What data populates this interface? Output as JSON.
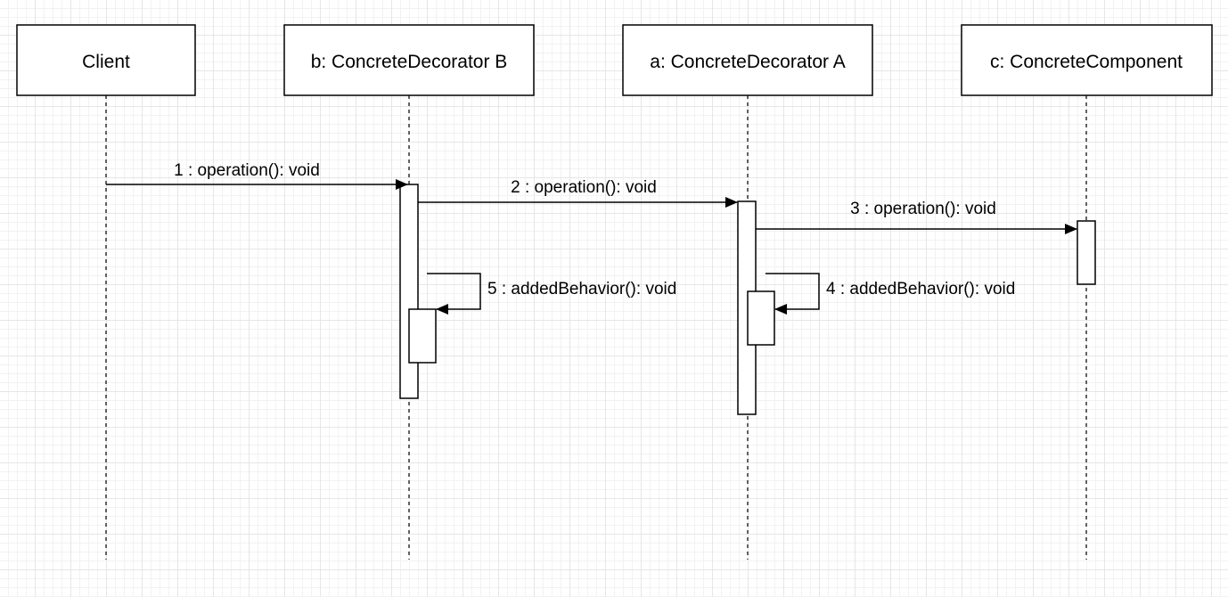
{
  "participants": [
    {
      "id": "client",
      "label": "Client"
    },
    {
      "id": "b",
      "label": "b: ConcreteDecorator B"
    },
    {
      "id": "a",
      "label": "a: ConcreteDecorator A"
    },
    {
      "id": "c",
      "label": "c: ConcreteComponent"
    }
  ],
  "messages": [
    {
      "id": "m1",
      "label": "1 : operation(): void",
      "from": "client",
      "to": "b"
    },
    {
      "id": "m2",
      "label": "2 : operation(): void",
      "from": "b",
      "to": "a"
    },
    {
      "id": "m3",
      "label": "3 : operation(): void",
      "from": "a",
      "to": "c"
    },
    {
      "id": "m4",
      "label": "4 : addedBehavior(): void",
      "from": "a",
      "to": "a"
    },
    {
      "id": "m5",
      "label": "5 : addedBehavior(): void",
      "from": "b",
      "to": "b"
    }
  ]
}
